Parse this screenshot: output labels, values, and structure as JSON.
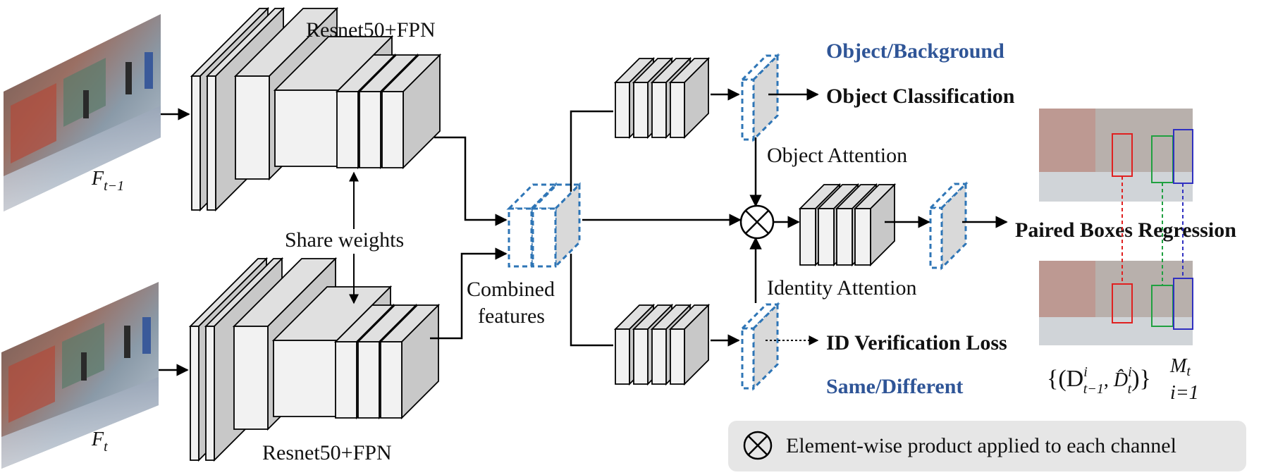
{
  "labels": {
    "backbone_top": "Resnet50+FPN",
    "backbone_bottom": "Resnet50+FPN",
    "share_weights": "Share weights",
    "combined_line1": "Combined",
    "combined_line2": "features",
    "object_background": "Object/Background",
    "object_classification": "Object Classification",
    "object_attention": "Object Attention",
    "identity_attention": "Identity Attention",
    "paired_boxes_regression": "Paired Boxes Regression",
    "id_verification_loss": "ID Verification Loss",
    "same_different": "Same/Different",
    "legend_text": "Element-wise product applied to each channel"
  },
  "math": {
    "frame_prev_base": "F",
    "frame_prev_sub": "t−1",
    "frame_cur_base": "F",
    "frame_cur_sub": "t",
    "pairs_open": "{(D",
    "pairs_sup_i1": "i",
    "pairs_sub_prev": "t−1",
    "pairs_comma": ", ",
    "pairs_dhat": "D̂",
    "pairs_sup_i2": "i",
    "pairs_sub_t": "t",
    "pairs_close": ")}",
    "pairs_upper": "M",
    "pairs_upper_sub": "t",
    "pairs_lower": "i=1"
  },
  "colors": {
    "box_front": "#f2f2f2",
    "box_top": "#e0e0e0",
    "box_side": "#c8c8c8",
    "dashed_blue": "#2e75b6",
    "label_blue": "#2f5597",
    "legend_bg": "#e6e6e6",
    "box_red": "#e02020",
    "box_green": "#20a040",
    "box_purple": "#3030c0"
  }
}
